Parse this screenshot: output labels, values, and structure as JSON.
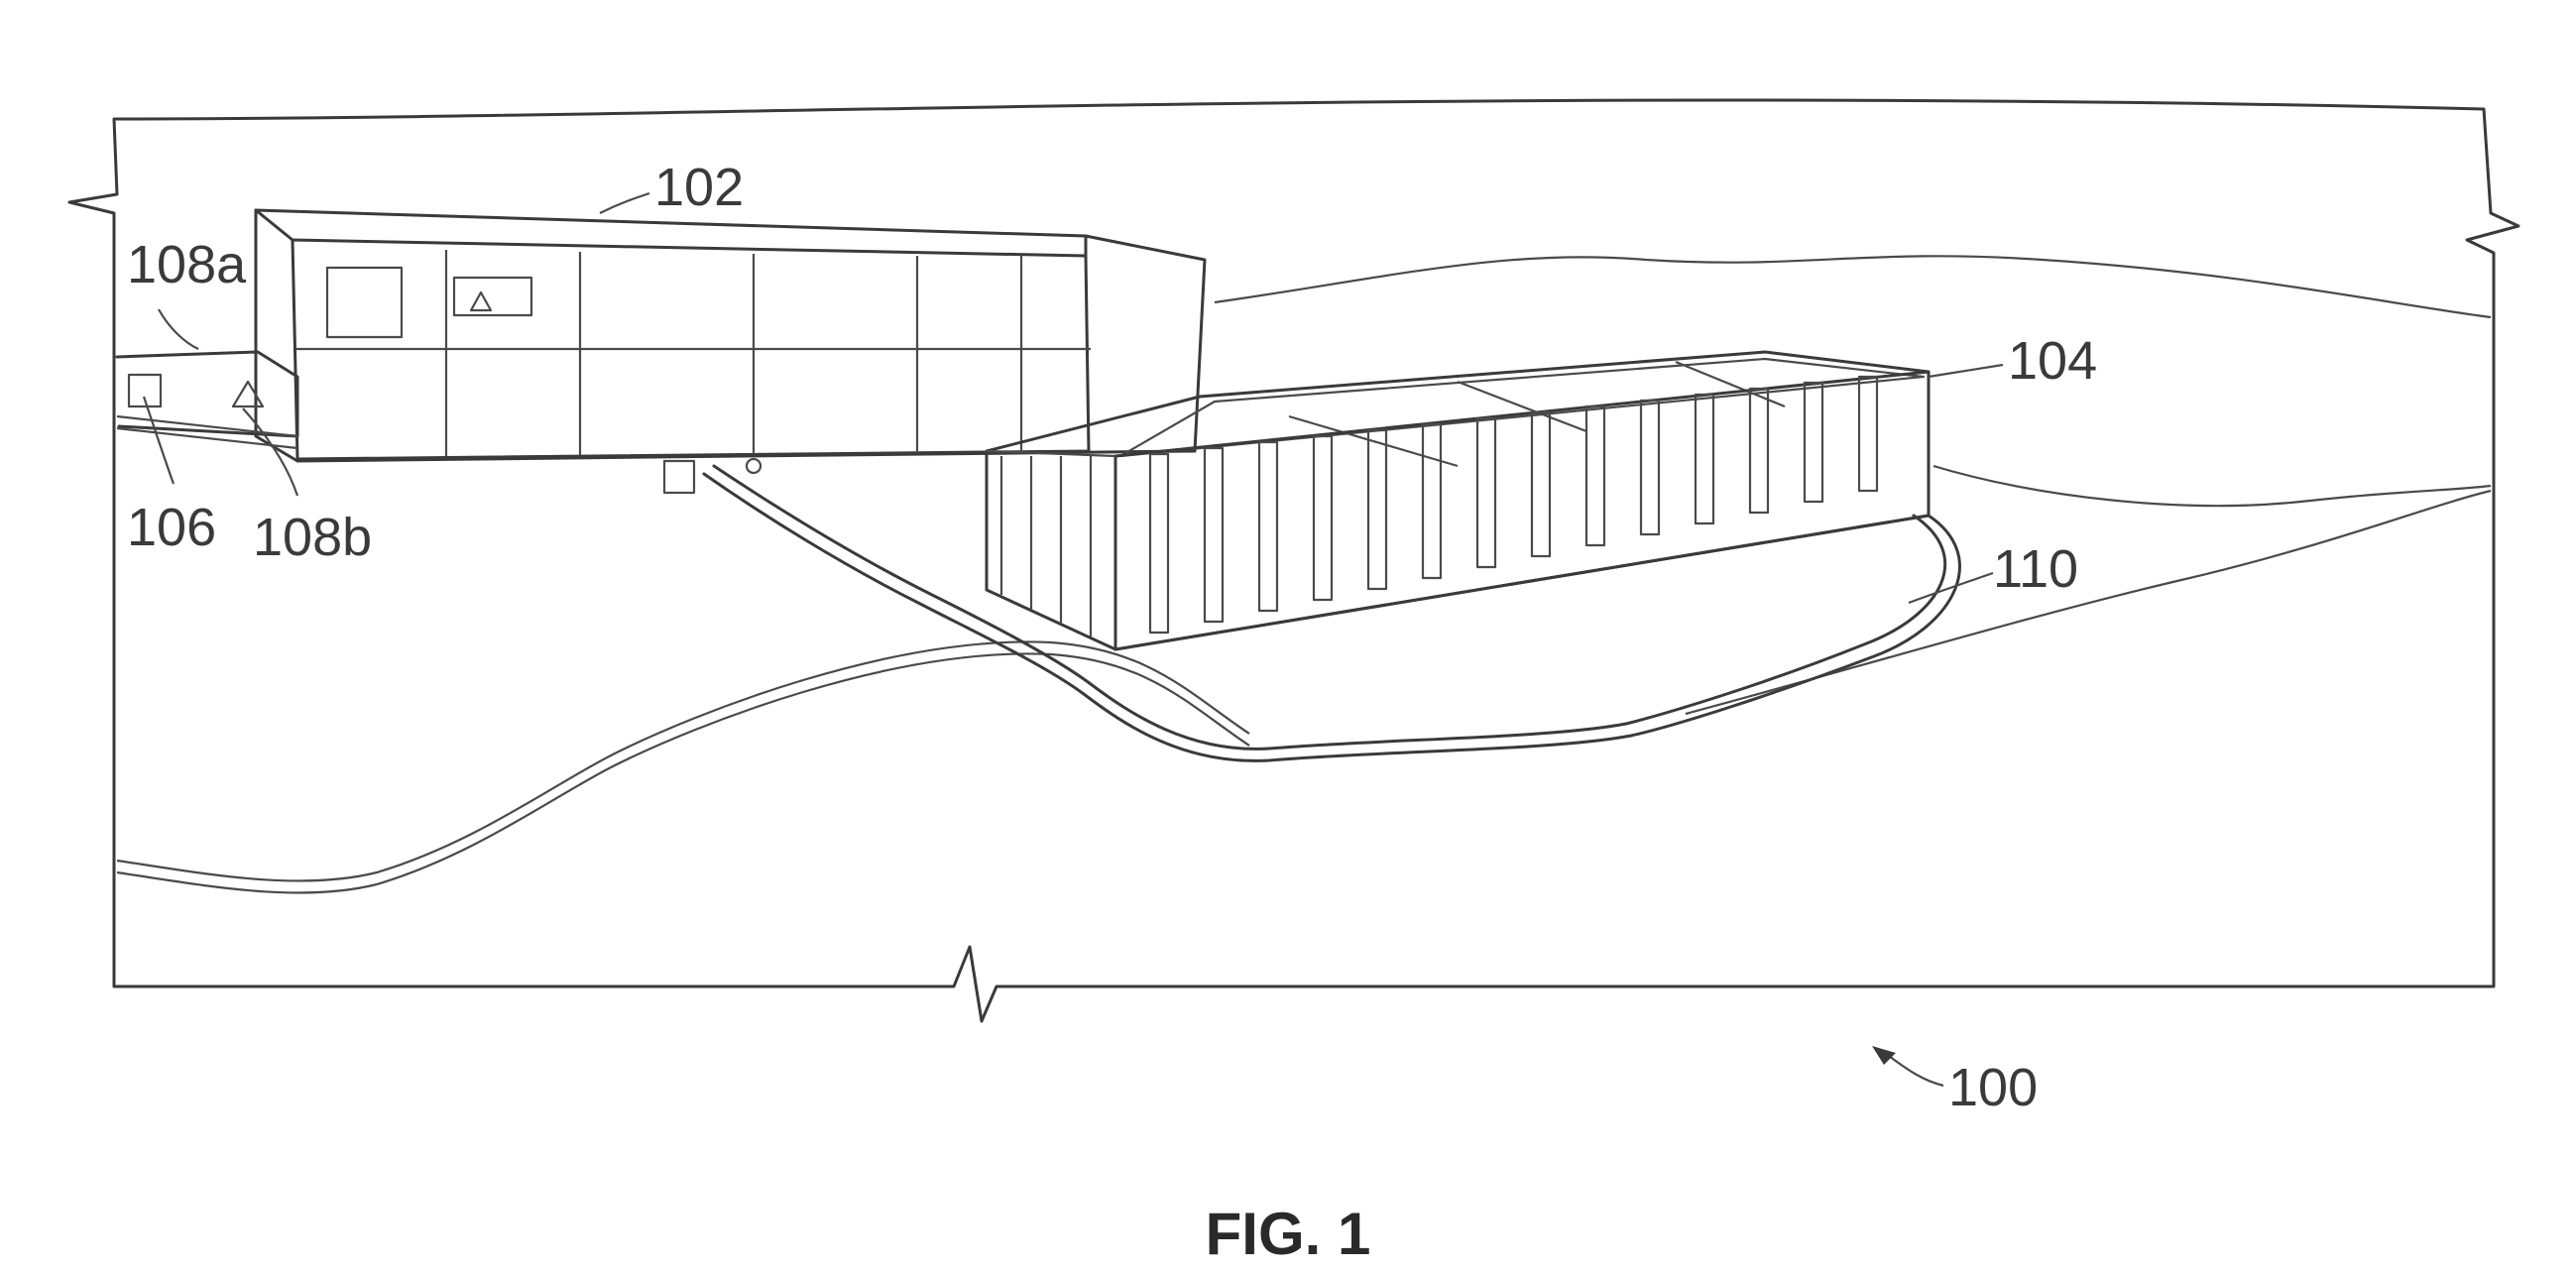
{
  "figure": {
    "caption": "FIG. 1",
    "labels": {
      "l100": "100",
      "l102": "102",
      "l104": "104",
      "l106": "106",
      "l108a": "108a",
      "l108b": "108b",
      "l110": "110"
    }
  }
}
